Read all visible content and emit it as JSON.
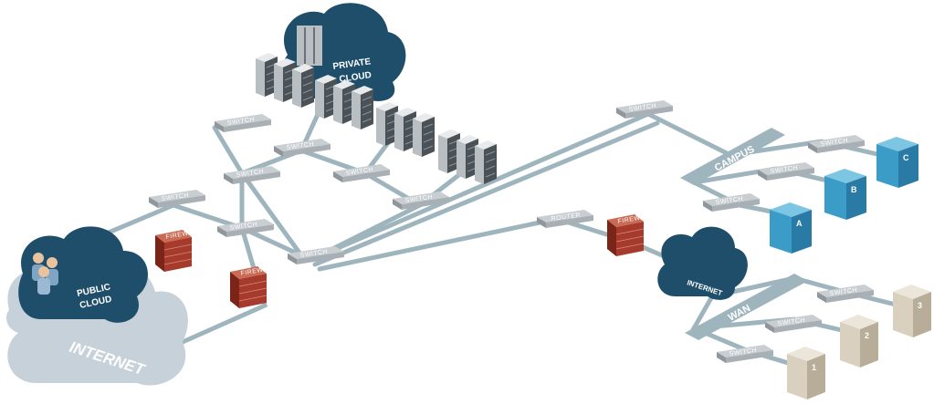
{
  "colors": {
    "line": "#9fb5be",
    "cloud_dark": "#1f4e6b",
    "cloud_light": "#c7d1d9",
    "firewall": "#a63a2c",
    "switch": "#8f969c",
    "building_blue": "#3c9cc8",
    "building_tan": "#d9d0c0"
  },
  "clouds": {
    "private": {
      "line1": "PRIVATE",
      "line2": "CLOUD"
    },
    "public": {
      "line1": "PUBLIC",
      "line2": "CLOUD"
    },
    "internet_big": "INTERNET",
    "internet_small": "INTERNET"
  },
  "devices": {
    "switch": "SWITCH",
    "router": "ROUTER",
    "firewall": "FIREWALL"
  },
  "segments": {
    "campus": "CAMPUS",
    "wan": "WAN"
  },
  "buildings": {
    "campus": [
      "A",
      "B",
      "C"
    ],
    "wan": [
      "1",
      "2",
      "3"
    ]
  }
}
